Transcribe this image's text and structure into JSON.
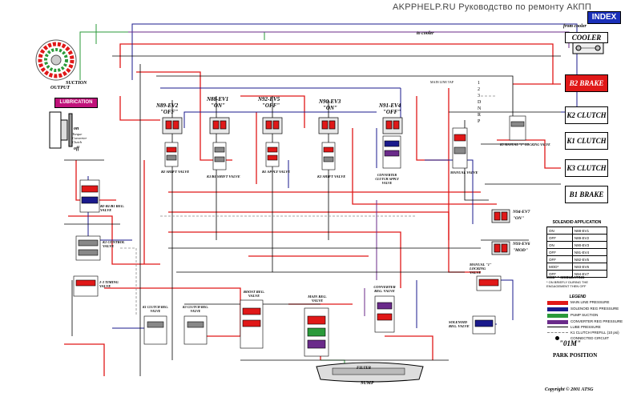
{
  "header": {
    "site_title": "AKPPHELP.RU Руководство по ремонту АКПП",
    "index_label": "INDEX"
  },
  "right_boxes": {
    "cooler": "COOLER",
    "b2_brake": "B2 BRAKE",
    "k2_clutch": "K2 CLUTCH",
    "k1_clutch": "K1 CLUTCH",
    "k3_clutch": "K3 CLUTCH",
    "b1_brake": "B1 BRAKE"
  },
  "top_labels": {
    "from_cooler": "from cooler",
    "to_cooler": "to cooler",
    "suction": "SUCTION",
    "output": "OUTPUT",
    "lubrication": "LUBRICATION",
    "on": "on",
    "off": "off",
    "tcc": "Torque Converter Clutch",
    "main_line_tap": "MAIN LINE TAP",
    "sump": "SUMP",
    "filter": "FILTER"
  },
  "gear_positions": [
    "1",
    "2",
    "3",
    "D",
    "N",
    "R",
    "P"
  ],
  "solenoids": [
    {
      "name": "N89-EV2",
      "state": "\"OFF\"",
      "valve": "B2 SHIFT VALVE"
    },
    {
      "name": "N88-EV1",
      "state": "\"ON\"",
      "valve": "K1/B1 SHIFT VALVE"
    },
    {
      "name": "N92-EV5",
      "state": "\"OFF\"",
      "valve": "B1 APPLY VALVE"
    },
    {
      "name": "N90-EV3",
      "state": "\"ON\"",
      "valve": "K3 SHIFT VALVE"
    },
    {
      "name": "N91-EV4",
      "state": "\"OFF\"",
      "valve": "CONVERTER CLUTCH APPLY VALVE"
    }
  ],
  "mod_solenoids": [
    {
      "name": "N94-EV7",
      "state": "\"ON\""
    },
    {
      "name": "N93-EV6",
      "state": "\"MOD\""
    }
  ],
  "valves": {
    "manual_valve": "MANUAL VALVE",
    "k3_manual_locking": "K3 MANUAL \"1\" LOCKING VALVE",
    "b2_b1_reg": "B2-B1/B1 REG. VALVE",
    "k1_control": "K1 CONTROL VALVE",
    "timing_valve": "2-3 TIMING VALVE",
    "k1_clutch_reg": "K1 CLUTCH REG. VALVE",
    "k3_clutch_reg": "K3 CLUTCH REG. VALVE",
    "boost_reg": "BOOST REG. VALVE",
    "main_reg": "MAIN REG. VALVE",
    "converter_reg": "CONVERTER REG. VALVE",
    "manual_locking": "MANUAL \"1\" LOCKING VALVE",
    "solenoid_reg": "SOLENOID REG. VALVE"
  },
  "solenoid_application": {
    "title": "SOLENOID APPLICATION",
    "rows": [
      {
        "state": "ON",
        "name": "N88-EV1"
      },
      {
        "state": "OFF",
        "name": "N89-EV2"
      },
      {
        "state": "ON",
        "name": "N90-EV3"
      },
      {
        "state": "OFF",
        "name": "N91-EV4"
      },
      {
        "state": "OFF",
        "name": "N92-EV5"
      },
      {
        "state": "MOD*",
        "name": "N93-EV6"
      },
      {
        "state": "OFF",
        "name": "N94-EV7"
      }
    ],
    "note1": "MOD* = MODULATING",
    "note2": "* ON BRIEFLY DURING THE ENGAGEMENT THEN OFF"
  },
  "legend": {
    "title": "LEGEND",
    "items": [
      {
        "label": "MAIN LINE PRESSURE",
        "color": "#e01818"
      },
      {
        "label": "SOLENOID REG PRESSURE",
        "color": "#1a1a8c"
      },
      {
        "label": "PUMP SUCTION",
        "color": "#2a9a3a"
      },
      {
        "label": "CONVERTER REG PRESSURE",
        "color": "#6a2a8a"
      },
      {
        "label": "LUBE PRESSURE",
        "color": "#000000"
      },
      {
        "label": "K1 CLUTCH PREFILL (10 psi)",
        "color": "#888888"
      },
      {
        "label": "CONNECTED CIRCUIT",
        "color": "#000000"
      }
    ]
  },
  "footer": {
    "model": "\"01M\"",
    "position": "PARK POSITION",
    "copyright": "Copyright © 2001 ATSG"
  },
  "colors": {
    "main": "#e01818",
    "sol": "#1a1a8c",
    "suction": "#2a9a3a",
    "conv": "#6a2a8a",
    "lube": "#000000",
    "prefill": "#888888",
    "index": "#1a2fb8",
    "lube_box": "#c0127a"
  }
}
